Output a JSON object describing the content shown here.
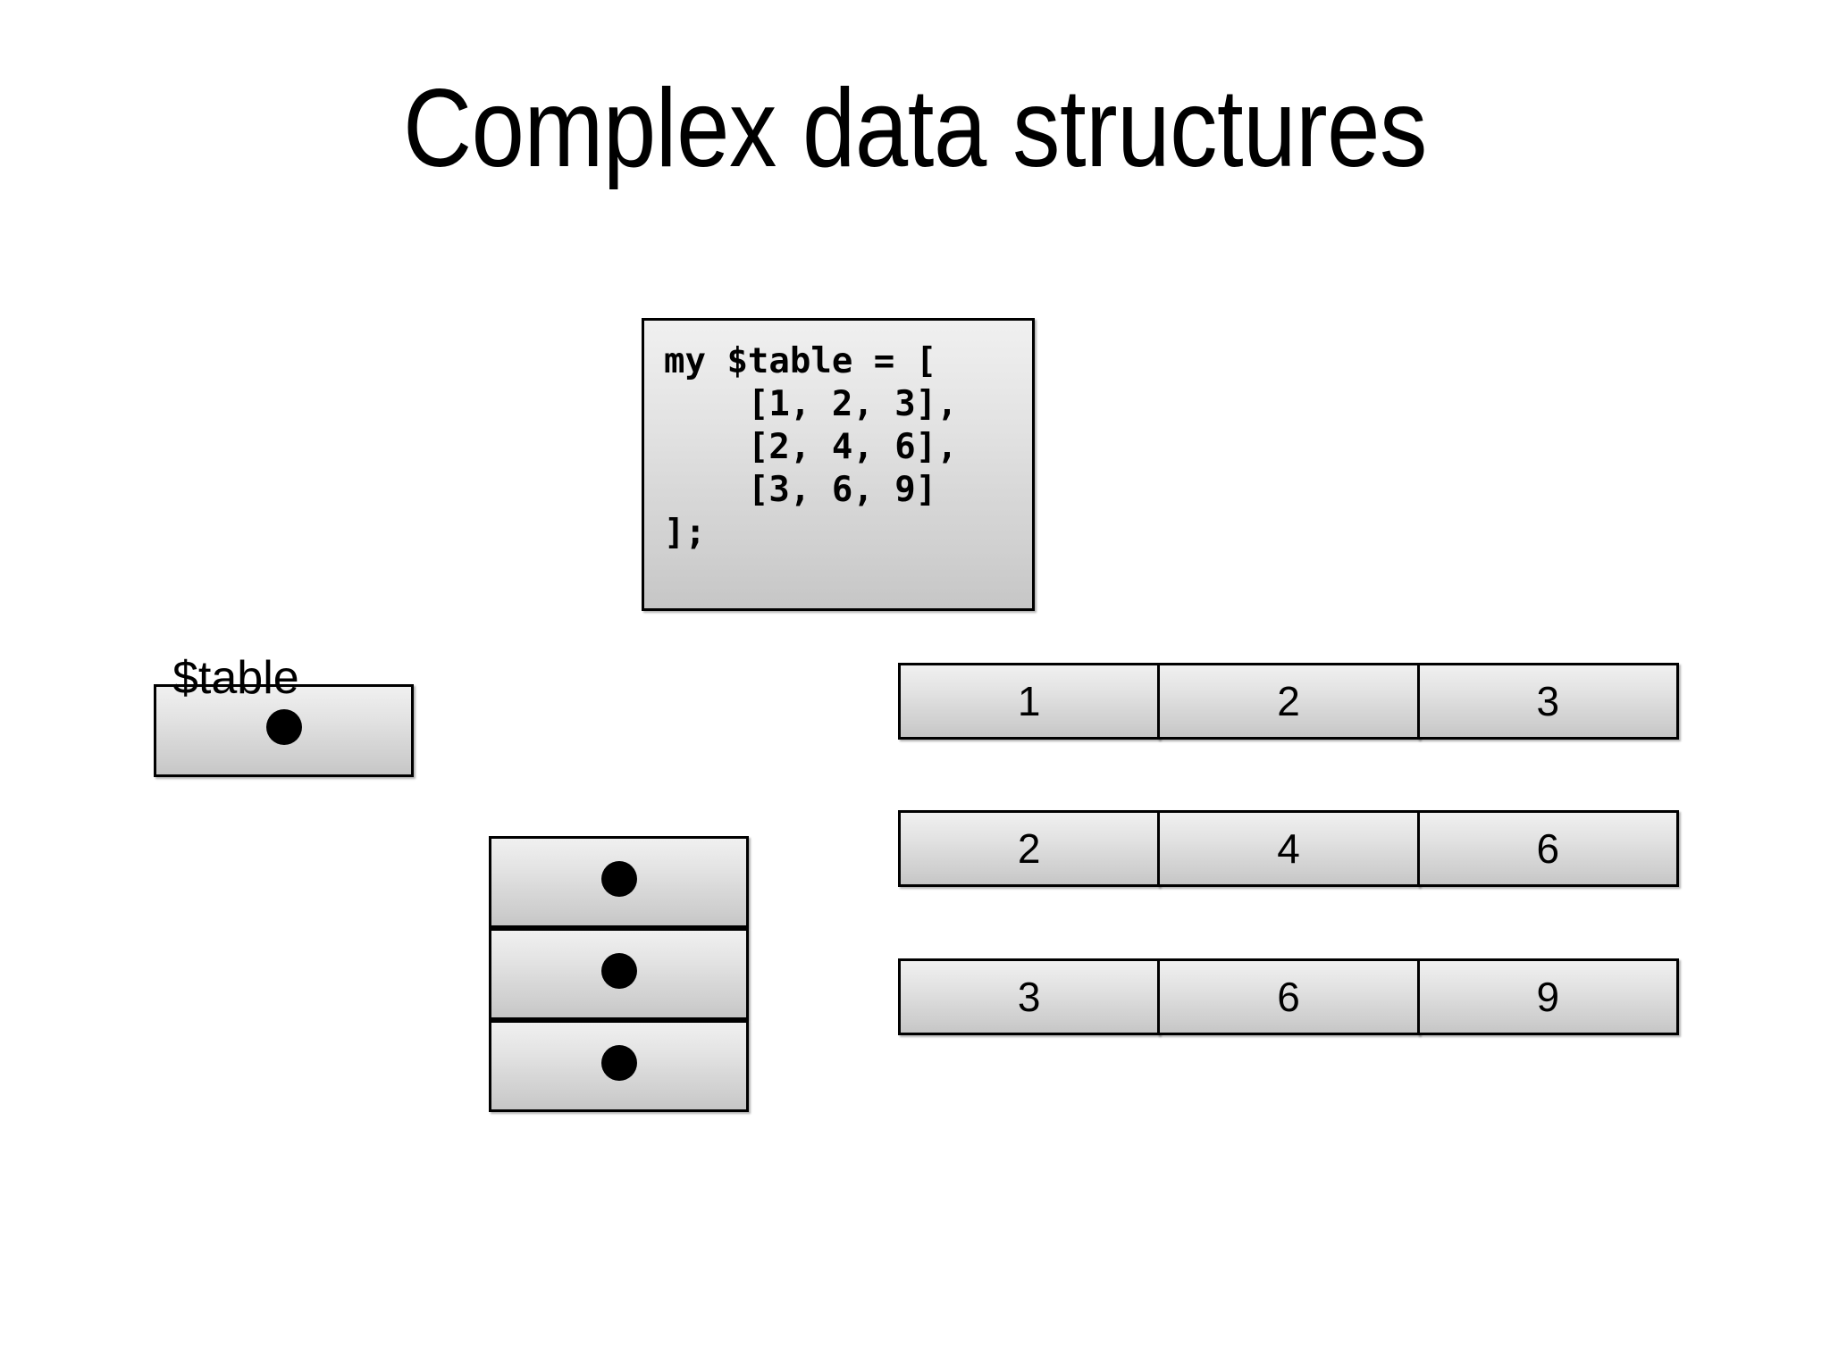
{
  "slide": {
    "title": "Complex data structures",
    "background_color": "#ffffff",
    "text_color": "#000000"
  },
  "code_box": {
    "language": "perl",
    "code": "my $table = [\n    [1, 2, 3],\n    [2, 4, 6],\n    [3, 6, 9]\n];"
  },
  "scalar": {
    "label": "$table",
    "ref_marker": "filled-dot"
  },
  "ref_stack": {
    "cells": [
      {
        "marker": "filled-dot"
      },
      {
        "marker": "filled-dot"
      },
      {
        "marker": "filled-dot"
      }
    ]
  },
  "value_rows": [
    {
      "cells": [
        "1",
        "2",
        "3"
      ]
    },
    {
      "cells": [
        "2",
        "4",
        "6"
      ]
    },
    {
      "cells": [
        "3",
        "6",
        "9"
      ]
    }
  ]
}
